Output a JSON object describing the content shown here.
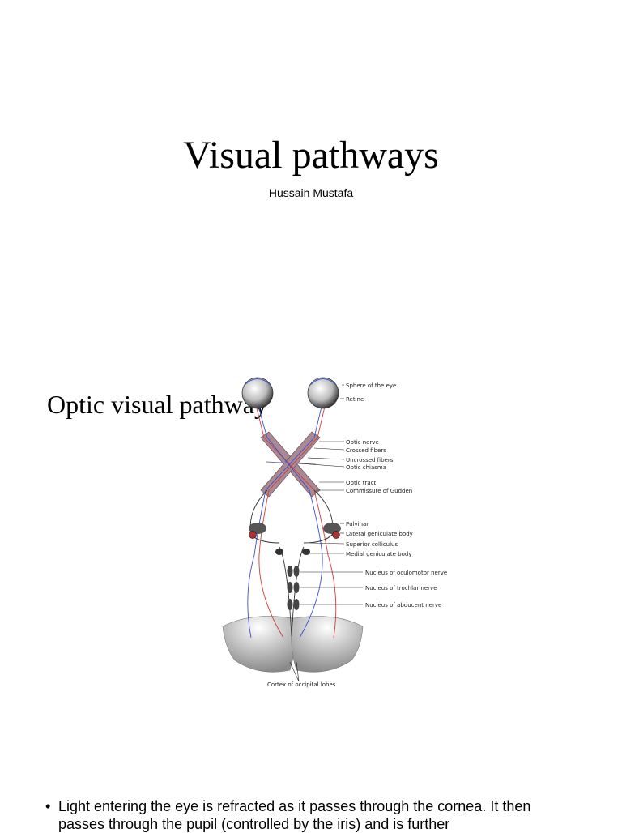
{
  "slide1": {
    "title": "Visual pathways",
    "author": "Hussain Mustafa"
  },
  "slide2": {
    "heading": "Optic visual pathway",
    "diagram_labels": [
      "Sphere of the eye",
      "Retine",
      "Optic nerve",
      "Crossed fibers",
      "Uncrossed fibers",
      "Optic chiasma",
      "Optic tract",
      "Commissure of Gudden",
      "Pulvinar",
      "Lateral geniculate body",
      "Superior colliculus",
      "Medial geniculate body",
      "Nucleus of oculomotor nerve",
      "Nucleus of trochlar nerve",
      "Nucleus of abducent nerve",
      "Cortex of occipital lobes"
    ]
  },
  "slide3": {
    "bullet_symbol": "•",
    "bullet_text": "Light entering the eye is refracted as it passes through the cornea. It then passes through the pupil (controlled by the iris) and is further"
  }
}
